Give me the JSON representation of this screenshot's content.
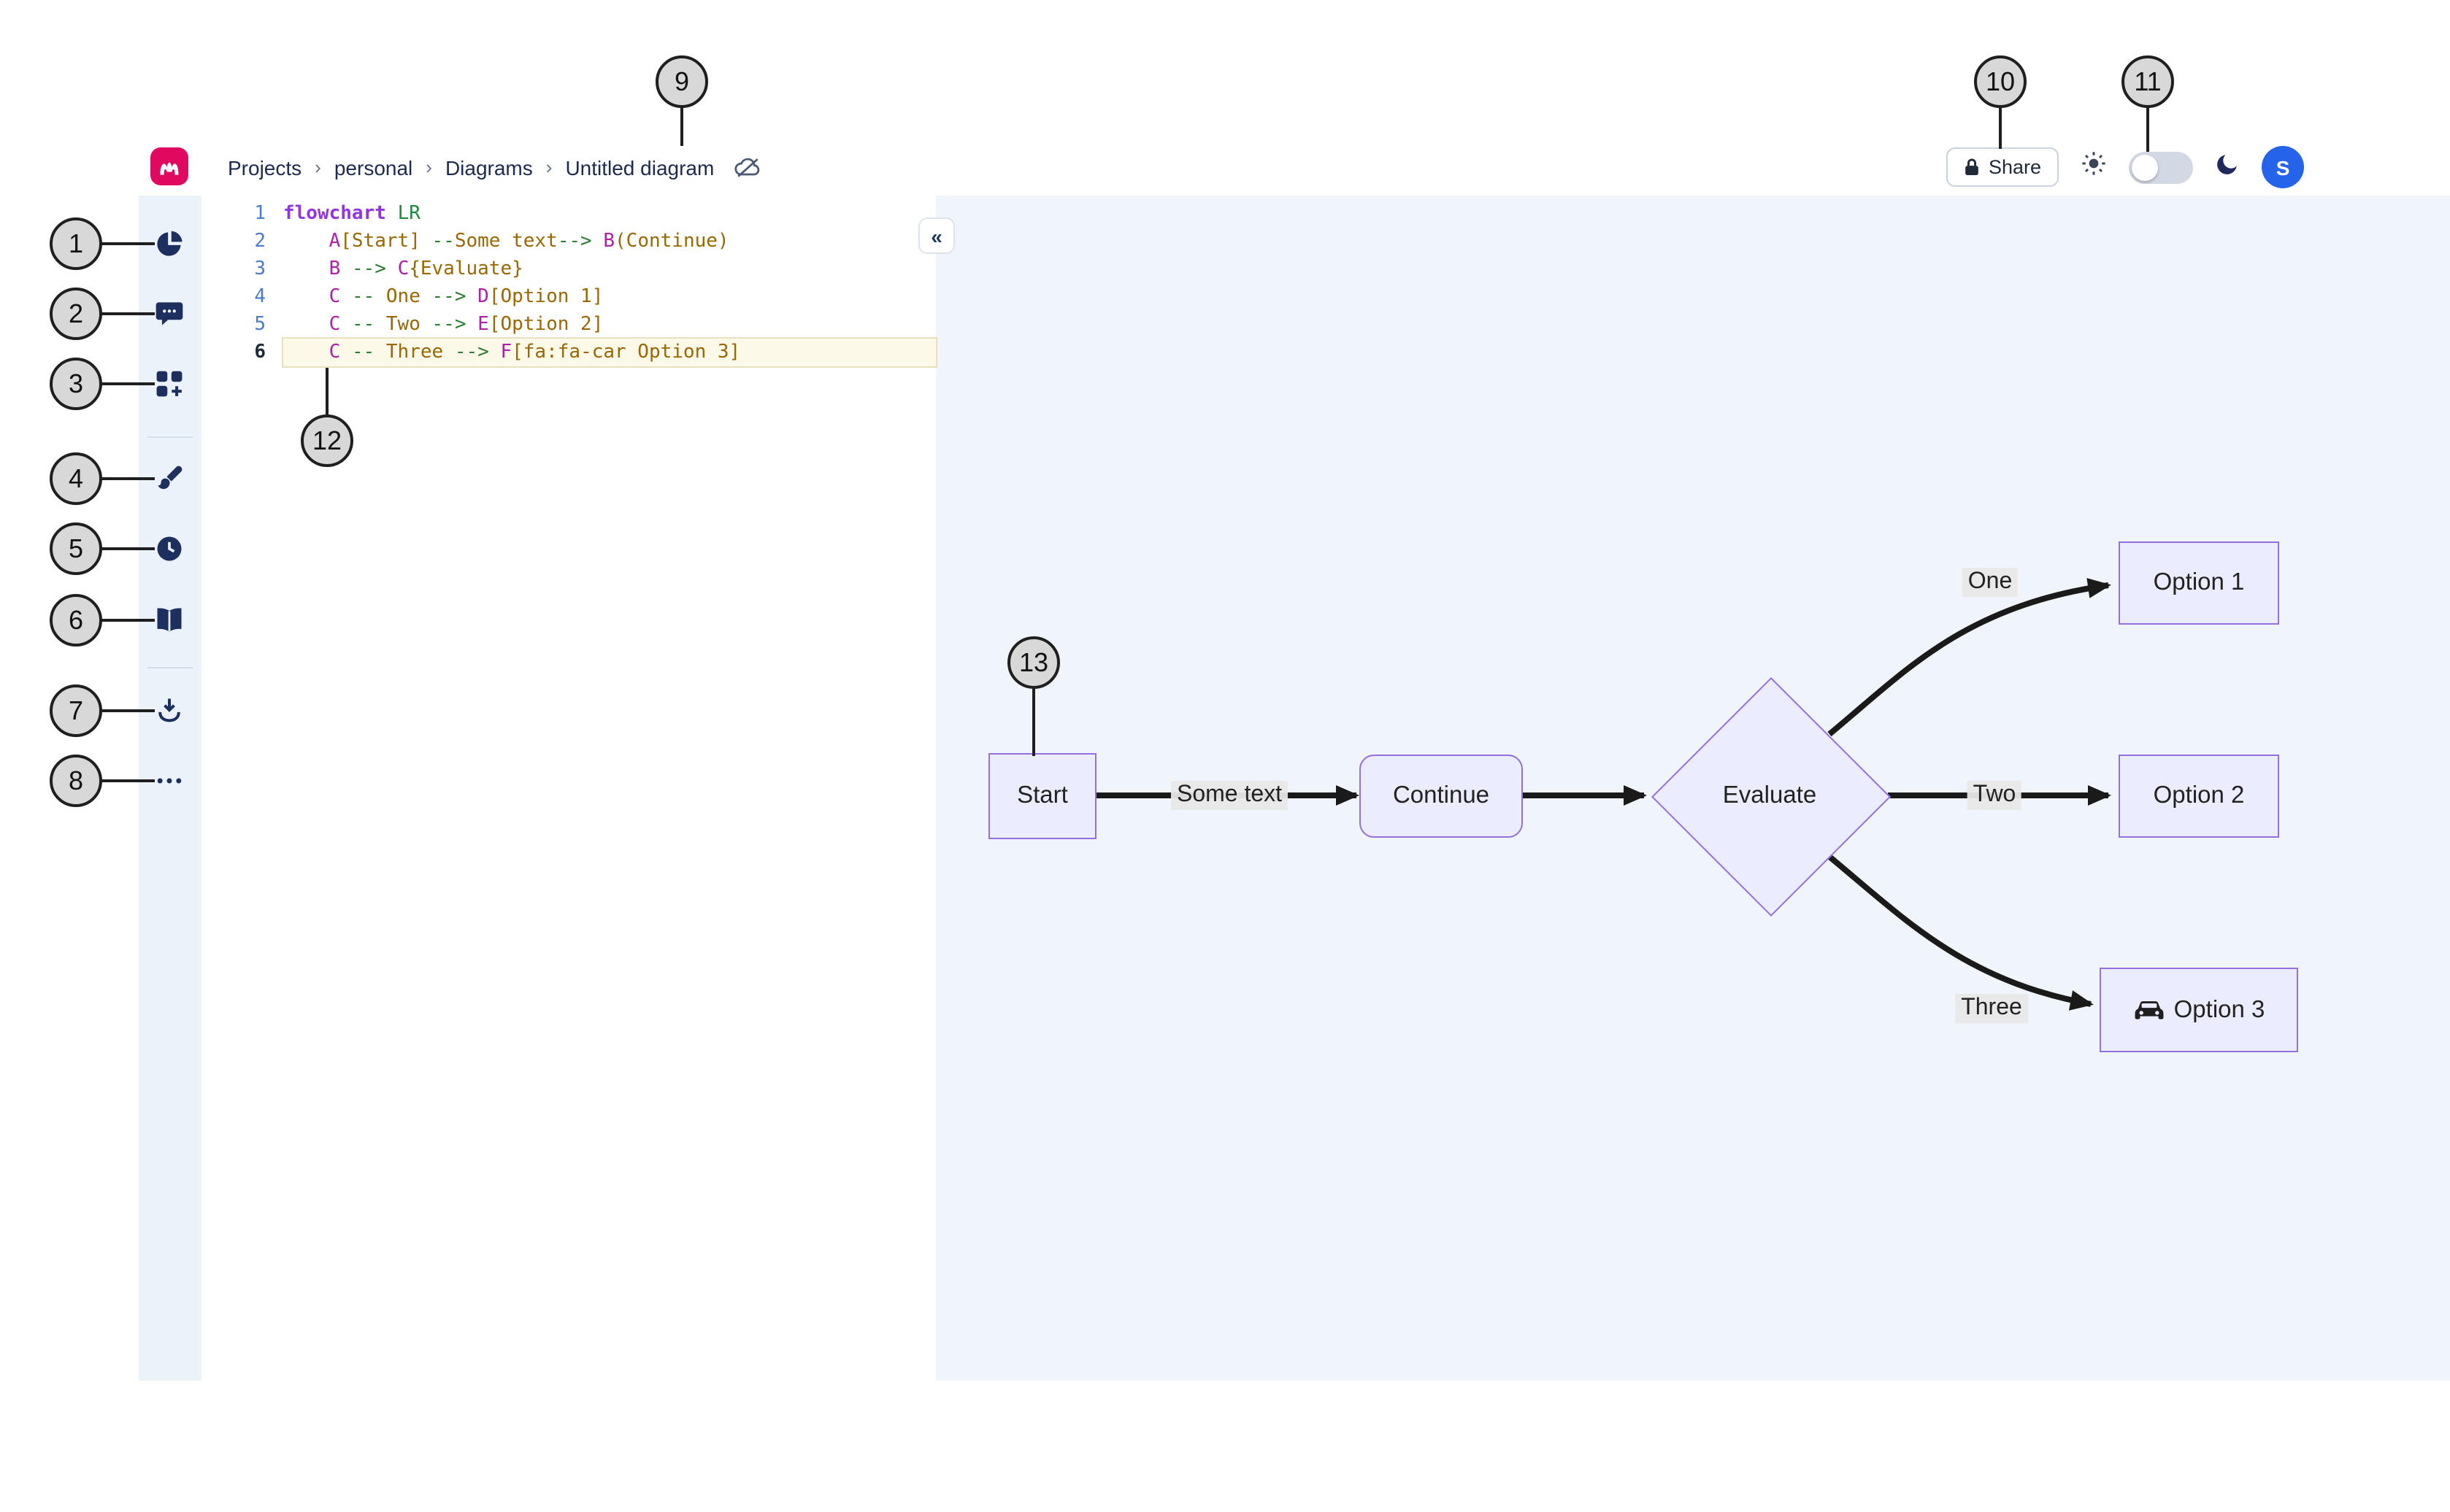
{
  "header": {
    "breadcrumb": [
      {
        "label": "Projects"
      },
      {
        "label": "personal"
      },
      {
        "label": "Diagrams"
      },
      {
        "label": "Untitled diagram"
      }
    ],
    "separator": "›",
    "share": {
      "label": "Share"
    },
    "avatar": {
      "initial": "S"
    }
  },
  "sidebar": {
    "icons": [
      "pie-chart",
      "comments",
      "templates",
      "styling-brush",
      "history-clock",
      "documentation-book",
      "export-download",
      "more-options"
    ]
  },
  "editor": {
    "collapse_glyph": "«",
    "lines": [
      {
        "num": "1",
        "active": false,
        "tokens": [
          [
            "flowchart",
            "kw"
          ],
          [
            " ",
            "pl"
          ],
          [
            "LR",
            "typ"
          ]
        ]
      },
      {
        "num": "2",
        "active": false,
        "tokens": [
          [
            "    ",
            "pl"
          ],
          [
            "A",
            "id"
          ],
          [
            "[Start]",
            "str"
          ],
          [
            " ",
            "pl"
          ],
          [
            "--",
            "op"
          ],
          [
            "Some text",
            "str"
          ],
          [
            "-->",
            "op"
          ],
          [
            " ",
            "pl"
          ],
          [
            "B",
            "id"
          ],
          [
            "(Continue)",
            "str"
          ]
        ]
      },
      {
        "num": "3",
        "active": false,
        "tokens": [
          [
            "    ",
            "pl"
          ],
          [
            "B",
            "id"
          ],
          [
            " ",
            "pl"
          ],
          [
            "-->",
            "op"
          ],
          [
            " ",
            "pl"
          ],
          [
            "C",
            "id"
          ],
          [
            "{Evaluate}",
            "str"
          ]
        ]
      },
      {
        "num": "4",
        "active": false,
        "tokens": [
          [
            "    ",
            "pl"
          ],
          [
            "C",
            "id"
          ],
          [
            " ",
            "pl"
          ],
          [
            "--",
            "op"
          ],
          [
            " One ",
            "str"
          ],
          [
            "-->",
            "op"
          ],
          [
            " ",
            "pl"
          ],
          [
            "D",
            "id"
          ],
          [
            "[Option 1]",
            "str"
          ]
        ]
      },
      {
        "num": "5",
        "active": false,
        "tokens": [
          [
            "    ",
            "pl"
          ],
          [
            "C",
            "id"
          ],
          [
            " ",
            "pl"
          ],
          [
            "--",
            "op"
          ],
          [
            " Two ",
            "str"
          ],
          [
            "-->",
            "op"
          ],
          [
            " ",
            "pl"
          ],
          [
            "E",
            "id"
          ],
          [
            "[Option 2]",
            "str"
          ]
        ]
      },
      {
        "num": "6",
        "active": true,
        "tokens": [
          [
            "    ",
            "pl"
          ],
          [
            "C",
            "id"
          ],
          [
            " ",
            "pl"
          ],
          [
            "--",
            "op"
          ],
          [
            " Three ",
            "str"
          ],
          [
            "-->",
            "op"
          ],
          [
            " ",
            "pl"
          ],
          [
            "F",
            "id"
          ],
          [
            "[fa:fa-car Option 3]",
            "str"
          ]
        ]
      }
    ]
  },
  "diagram": {
    "nodes": {
      "start": "Start",
      "cont": "Continue",
      "evaluate": "Evaluate",
      "option1": "Option 1",
      "option2": "Option 2",
      "option3": "Option 3"
    },
    "edges": {
      "some_text": "Some text",
      "one": "One",
      "two": "Two",
      "three": "Three"
    }
  },
  "callouts": [
    "1",
    "2",
    "3",
    "4",
    "5",
    "6",
    "7",
    "8",
    "9",
    "10",
    "11",
    "12",
    "13"
  ],
  "colors": {
    "brand_pink": "#E0095F",
    "node_fill": "#ECECFF",
    "node_border": "#9370DB",
    "canvas_bg": "#F0F4FB",
    "avatar_blue": "#2563EB"
  }
}
